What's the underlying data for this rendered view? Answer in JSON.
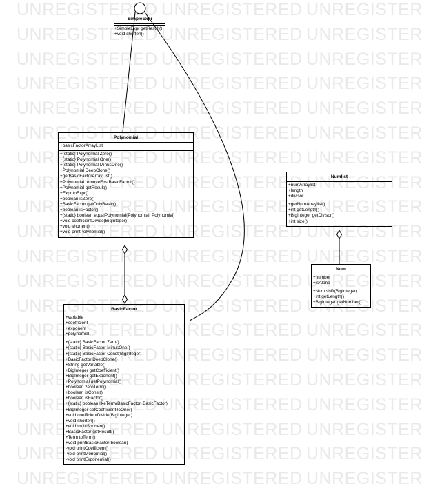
{
  "watermark": "UNREGISTERED",
  "simple_expr": {
    "name": "SimpleExpr",
    "methods": [
      "+SimpleExpr getResult()",
      "+void shorten()"
    ]
  },
  "polynomial": {
    "name": "Polynomial",
    "attributes": [
      "+basicFactorArrayList"
    ],
    "methods": [
      "+{static} Polynomial Zero()",
      "+{static} Polynomial One()",
      "+{static} Polynomial MinusOne()",
      "+Polynomial DeepClone()",
      "+getBasicFactorArrayList()",
      "+Polynomial removeFirstBasicFactor()",
      "+Polynomial getResult()",
      "+Expr toExpr()",
      "+boolean isZero()",
      "+BasicFactor getOnlyBasic()",
      "+boolean isFactor()",
      "+{static} boolean equalPolynomial(Polynomial, Polynomial)",
      "+void coefficientDivide(BigInteger)",
      "+void shorten()",
      "+void printPolynomial()"
    ]
  },
  "numlist": {
    "name": "Numlist",
    "attributes": [
      "+numArraylist",
      "+length",
      "+divisor"
    ],
    "methods": [
      "+getNumArraylist()",
      "+int getLength()",
      "+BigInteger getDivisor()",
      "+int size()"
    ]
  },
  "num": {
    "name": "Num",
    "attributes": [
      "+number",
      "+isAlone"
    ],
    "methods": [
      "+Num shift(BigInteger)",
      "+int getLength()",
      "+BigInteger getNumber()"
    ]
  },
  "basic_factor": {
    "name": "BasicFactor",
    "attributes": [
      "+variable",
      "+coefficient",
      "+exponent",
      "+polynomial"
    ],
    "methods": [
      "+{static} BasicFactor Zero()",
      "+{static} BasicFactor MinusOne()",
      "+{static} BasicFactor Const(BigInteger)",
      "+BasicFactor DeepClone()",
      "+String getVariable()",
      "+BigInteger getCoefficient()",
      "+BigInteger getExponent()",
      "+Polynomial getPolynomial()",
      "+boolean zeroTerm()",
      "+boolean isConst()",
      "+boolean isFactor()",
      "+{static} boolean likeTerm(BasicFactor, BasicFactor)",
      "+BigInteger setCoefficientToOne()",
      "+void coefficientDivide(BigInteger)",
      "+void shorten()",
      "+void multiShorten()",
      "+BasicFactor getResult()",
      "+Term toTerm()",
      "+void printBasicFactor(boolean)",
      "-void printCoefficient()",
      "-void printMonomial()",
      "-void printExponential()"
    ]
  }
}
